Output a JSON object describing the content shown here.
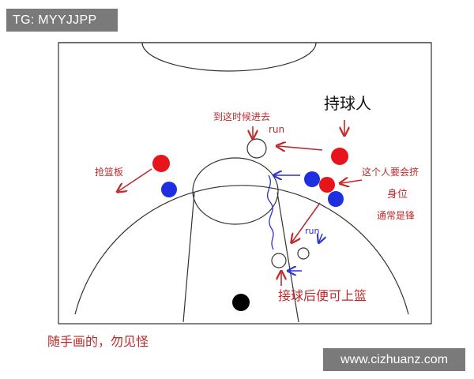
{
  "watermark_top": "TG: MYYJJPP",
  "watermark_bottom": "www.cizhuanz.com",
  "labels": {
    "ball_holder": "持球人",
    "cut_run": "到这时候进去",
    "run_top": "run",
    "run_mid": "run",
    "rebound": "抢篮板",
    "screen_note_1": "这个人要会挤",
    "screen_note_2": "身位",
    "screen_note_3": "通常是锋",
    "catch_note": "接球后便可上篮",
    "footer": "随手画的，勿见怪"
  },
  "colors": {
    "red_marker": "#e8141c",
    "blue_marker": "#1d2fe0",
    "black_marker": "#000000",
    "red_ink": "#c0292b",
    "blue_ink": "#2a2fd6",
    "court_line": "#333333"
  }
}
